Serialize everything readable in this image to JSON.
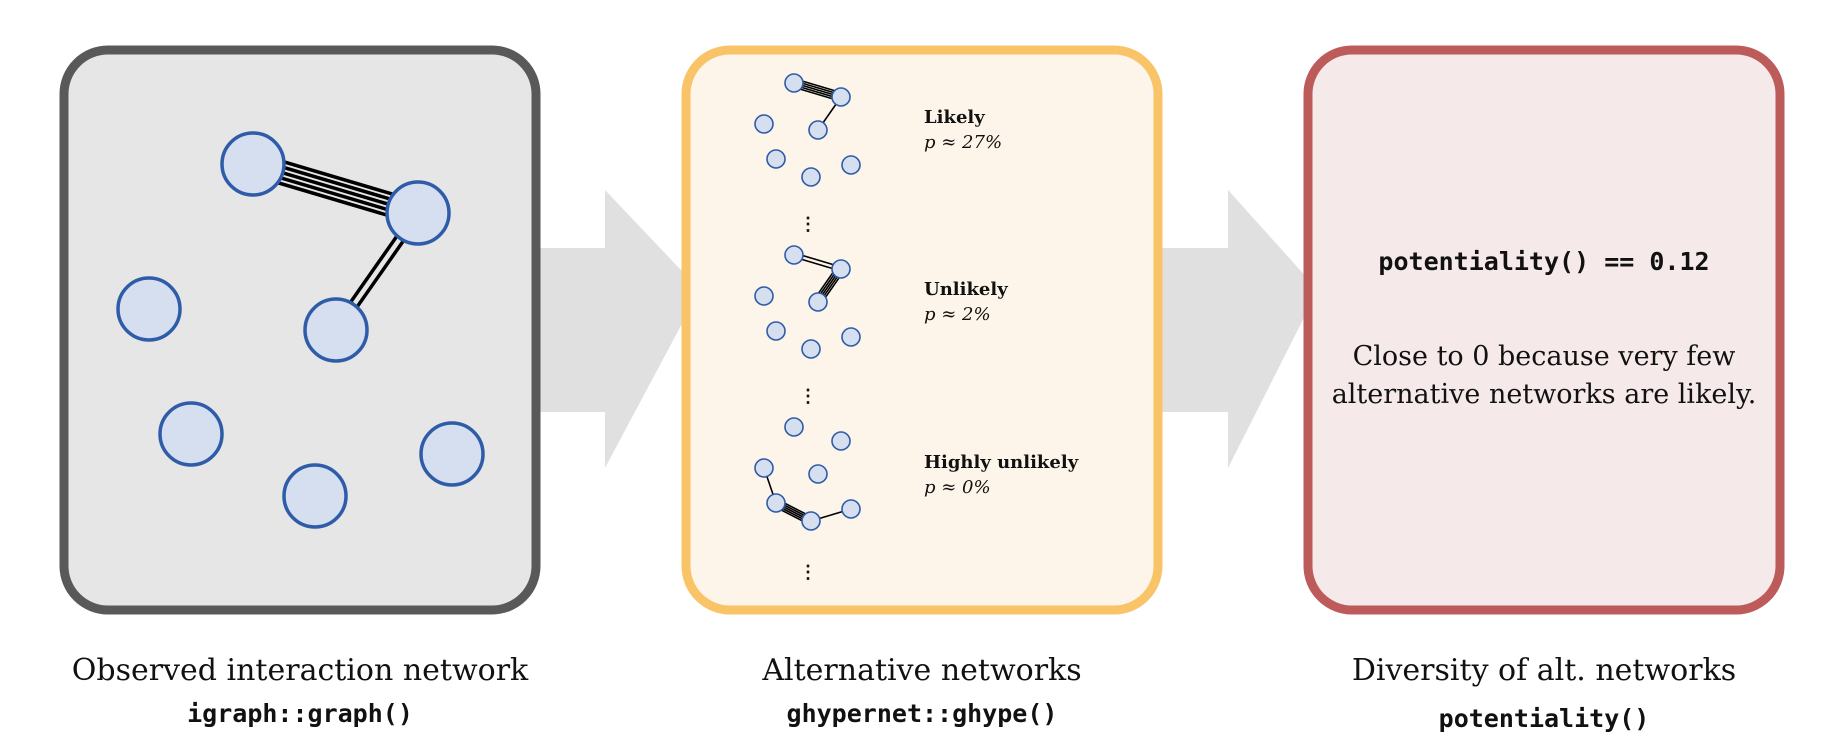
{
  "panels": {
    "observed": {
      "caption": "Observed interaction network",
      "code": "igraph::graph()",
      "colors": {
        "border": "#595959",
        "fill": "#e6e6e6"
      }
    },
    "alternatives": {
      "caption": "Alternative networks",
      "code": "ghypernet::ghype()",
      "colors": {
        "border": "#f9c468",
        "fill": "#fdf5ea"
      },
      "samples": [
        {
          "title": "Likely",
          "probability": "p ≈ 27%"
        },
        {
          "title": "Unlikely",
          "probability": "p ≈ 2%"
        },
        {
          "title": "Highly unlikely",
          "probability": "p ≈ 0%"
        }
      ],
      "ellipsis": "⋮"
    },
    "diversity": {
      "caption": "Diversity of alt. networks",
      "code": "potentiality()",
      "result": "potentiality() == 0.12",
      "explanation_lines": [
        "Close to 0 because very few",
        "alternative networks are likely."
      ],
      "colors": {
        "border": "#bd5b5b",
        "fill": "#f5e9ea"
      }
    }
  },
  "colors": {
    "arrow": "#e0e0e0",
    "node_fill": "#d6dff0",
    "node_stroke": "#2e5ca8",
    "edge": "#000000"
  }
}
